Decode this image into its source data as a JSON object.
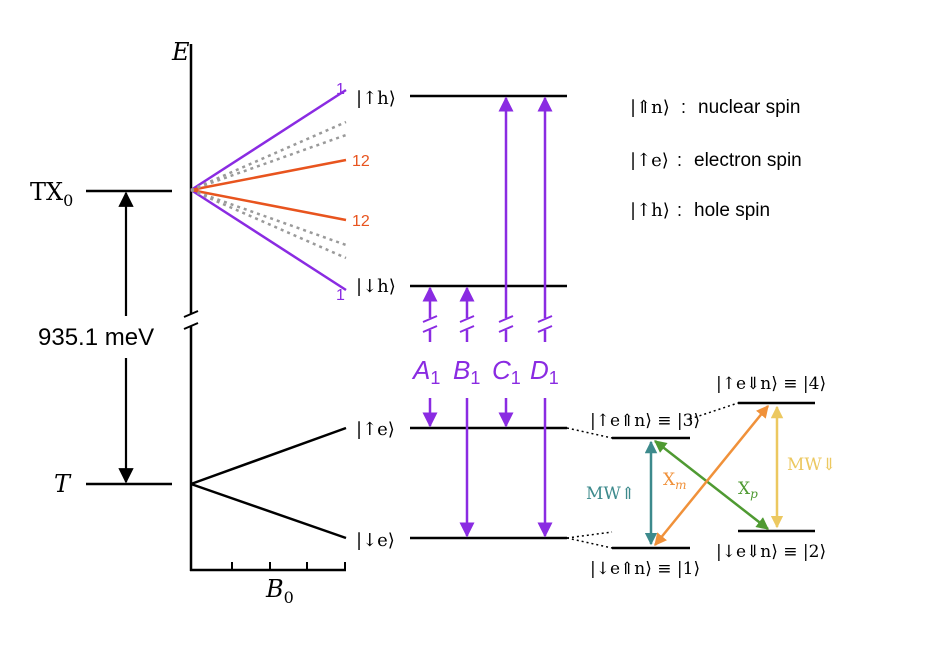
{
  "axes": {
    "y_label": "E",
    "x_label": "B",
    "x_label_sub": "0"
  },
  "levels": {
    "tx0_label": "TX",
    "tx0_sub": "0",
    "t_label": "T",
    "energy_gap": "935.1 meV"
  },
  "hole_lines": {
    "top_index": "1",
    "mid_top_index": "12",
    "mid_bottom_index": "12",
    "bottom_index": "1"
  },
  "states": {
    "hole_up": "|↑h⟩",
    "hole_down": "|↓h⟩",
    "electron_up": "|↑e⟩",
    "electron_down": "|↓e⟩"
  },
  "transitions": [
    {
      "letter": "A",
      "sub": "1"
    },
    {
      "letter": "B",
      "sub": "1"
    },
    {
      "letter": "C",
      "sub": "1"
    },
    {
      "letter": "D",
      "sub": "1"
    }
  ],
  "legend": [
    {
      "ket": "|⇑n⟩",
      "sep": ":",
      "text": "nuclear spin"
    },
    {
      "ket": "|↑e⟩",
      "sep": ":",
      "text": "electron spin"
    },
    {
      "ket": "|↑h⟩",
      "sep": ":",
      "text": "hole spin"
    }
  ],
  "four_level": {
    "state3": "|↑e⇑n⟩ ≡ |3⟩",
    "state4": "|↑e⇓n⟩ ≡ |4⟩",
    "state1": "|↓e⇑n⟩ ≡ |1⟩",
    "state2": "|↓e⇓n⟩ ≡ |2⟩",
    "mw_up": "MW⇑",
    "mw_down": "MW⇓",
    "xm": "X",
    "xm_sub": "m",
    "xp": "X",
    "xp_sub": "p"
  },
  "colors": {
    "purple": "#8a2be2",
    "orange": "#e8541e",
    "gray": "#9a9a9a",
    "teal": "#3d8a8c",
    "green": "#4f9a32",
    "orange2": "#f0913a",
    "yellow": "#ecc860",
    "black": "#000000"
  }
}
